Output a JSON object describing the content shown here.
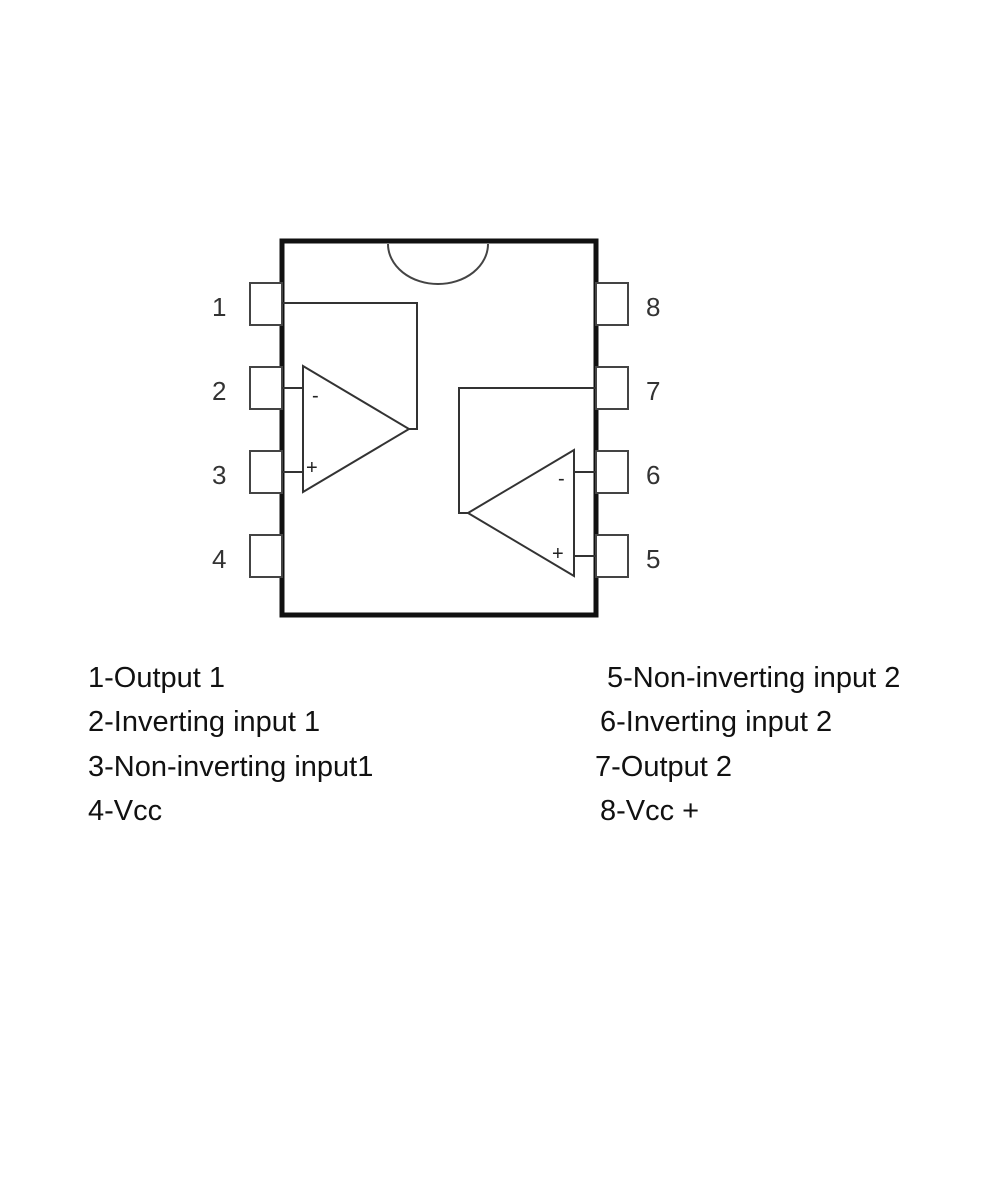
{
  "pins": [
    {
      "number": "1",
      "side": "left"
    },
    {
      "number": "2",
      "side": "left"
    },
    {
      "number": "3",
      "side": "left"
    },
    {
      "number": "4",
      "side": "left"
    },
    {
      "number": "5",
      "side": "right"
    },
    {
      "number": "6",
      "side": "right"
    },
    {
      "number": "7",
      "side": "right"
    },
    {
      "number": "8",
      "side": "right"
    }
  ],
  "opamps": {
    "a": {
      "minus": "-",
      "plus": "+"
    },
    "b": {
      "minus": "-",
      "plus": "+"
    }
  },
  "legend": {
    "left": [
      "1-Output 1",
      "2-Inverting input 1",
      "3-Non-inverting input1",
      "4-Vcc"
    ],
    "right": [
      "5-Non-inverting input 2",
      "6-Inverting input 2",
      "7-Output 2",
      "8-Vcc +"
    ]
  },
  "colors": {
    "outline": "#111111",
    "pin": "#444444",
    "text": "#111111"
  }
}
